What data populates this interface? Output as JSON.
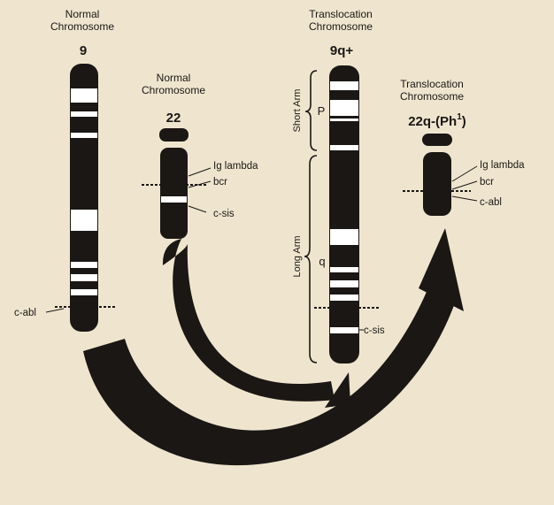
{
  "colors": {
    "background": "#efe5cf",
    "ink": "#1a1714",
    "band_light": "#ffffff"
  },
  "left_heading": {
    "line1": "Normal",
    "line2": "Chromosome"
  },
  "mid_heading": {
    "line1": "Normal",
    "line2": "Chromosome"
  },
  "right_heading": {
    "line1": "Translocation",
    "line2": "Chromosome"
  },
  "far_heading": {
    "line1": "Translocation",
    "line2": "Chromosome"
  },
  "chromosomes": {
    "c9": {
      "number": "9"
    },
    "c22": {
      "number": "22"
    },
    "c9q": {
      "number": "9q+"
    },
    "c22q": {
      "number_main": "22q-(Ph",
      "number_sup": "1",
      "number_close": ")"
    }
  },
  "gene_labels": {
    "c22_lambda": "Ig lambda",
    "c22_bcr": "bcr",
    "c22_sis": "c-sis",
    "c9_abl": "c-abl",
    "c9q_sis": "c-sis",
    "c22q_lambda": "Ig lambda",
    "c22q_bcr": "bcr",
    "c22q_abl": "c-abl"
  },
  "arms": {
    "short_label": "Short Arm",
    "short_letter": "P",
    "long_label": "Long Arm",
    "long_letter": "q"
  }
}
